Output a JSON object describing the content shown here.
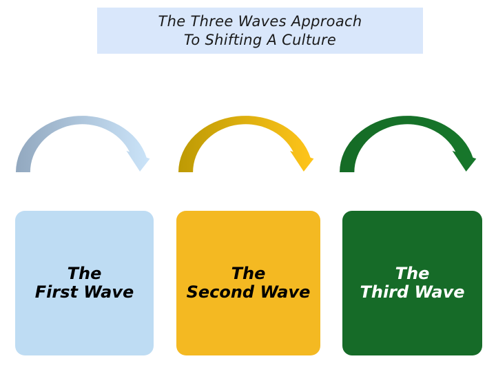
{
  "slide": {
    "background": "#ffffff"
  },
  "title": {
    "line1": "The Three Waves Approach",
    "line2": "To Shifting A Culture",
    "background": "#d9e7fb",
    "text_color": "#1a1a1a"
  },
  "arrows": [
    {
      "id": "first-wave-arrow",
      "color_start": "#92a8bf",
      "color_end": "#cbe4f9"
    },
    {
      "id": "second-wave-arrow",
      "color_start": "#bd9a04",
      "color_end": "#ffc51b"
    },
    {
      "id": "third-wave-arrow",
      "color_start": "#156b26",
      "color_end": "#17772b"
    }
  ],
  "boxes": [
    {
      "line1": "The",
      "line2": "First Wave",
      "background": "#bedcf3",
      "text_color": "#000000"
    },
    {
      "line1": "The",
      "line2": "Second Wave",
      "background": "#f4b922",
      "text_color": "#000000"
    },
    {
      "line1": "The",
      "line2": "Third Wave",
      "background": "#166b28",
      "text_color": "#ffffff"
    }
  ]
}
